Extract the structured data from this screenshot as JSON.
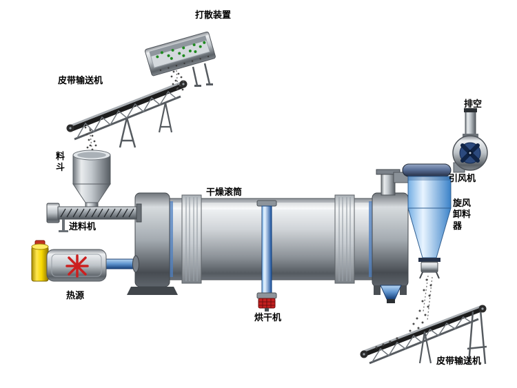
{
  "labels": {
    "scatter_device": "打散装置",
    "belt_conveyor_top": "皮带输送机",
    "hopper": "料斗",
    "feeder": "进料机",
    "heat_source": "热源",
    "drying_drum": "干燥滚筒",
    "dryer": "烘干机",
    "cyclone_discharger": "旋风卸料器",
    "induced_fan": "引风机",
    "exhaust": "排空",
    "belt_conveyor_bottom": "皮带输送机"
  },
  "colors": {
    "material_green": "#1f8a1f",
    "burner_red": "#cc1f1f",
    "valve_red": "#c42020",
    "pipe_blue": "#2f6fc4",
    "machine_gray": "#b9bec4",
    "tank_yellow": "#f5d400"
  }
}
